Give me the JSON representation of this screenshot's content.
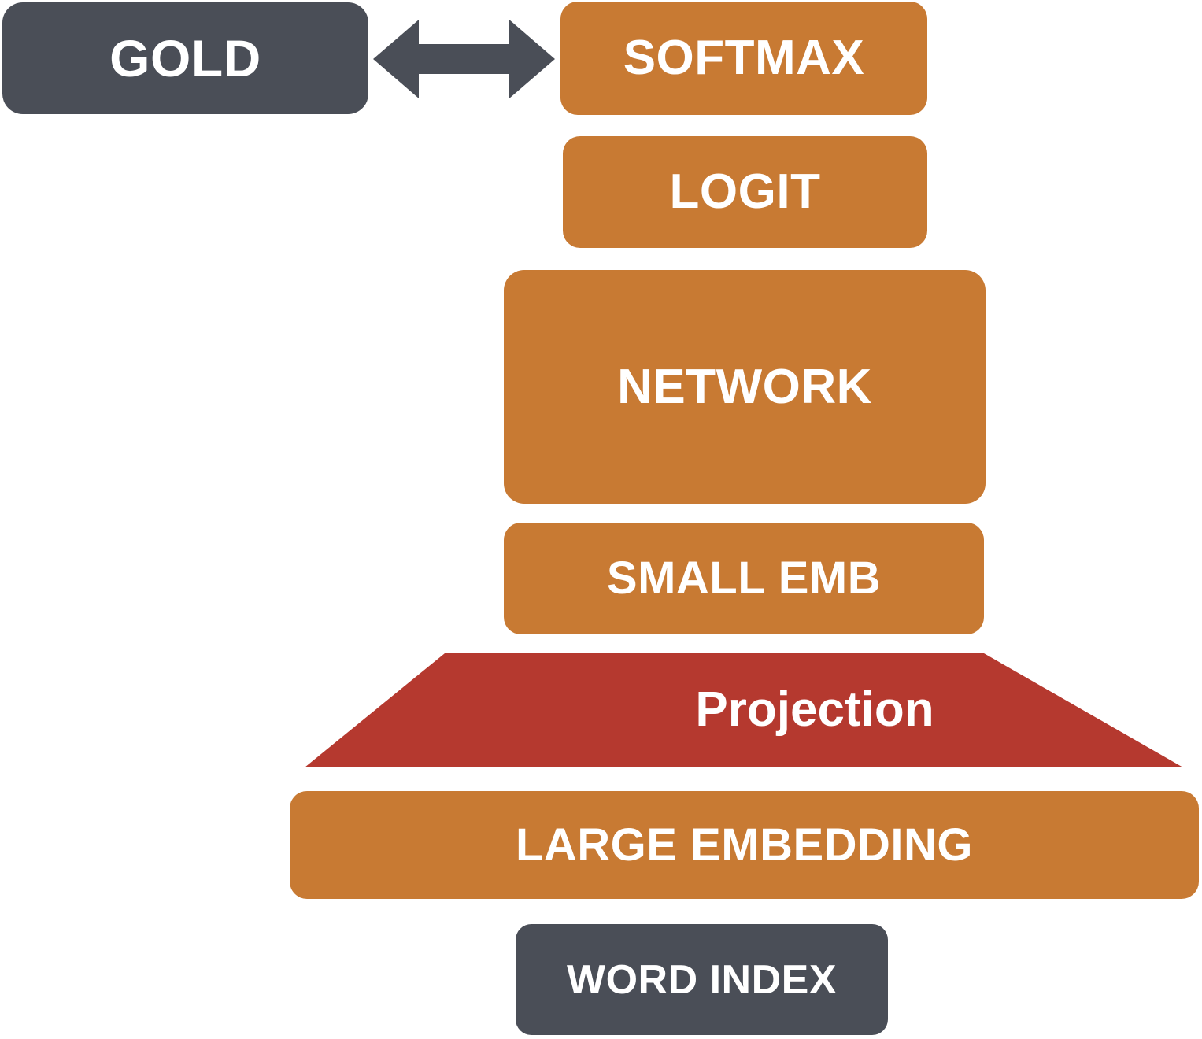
{
  "diagram": {
    "title": "Model architecture stack with projection from large embedding to small embedding",
    "colors": {
      "dark": "#4a4e57",
      "orange": "#c87a33",
      "red": "#b5392f",
      "text": "#ffffff",
      "background": "#ffffff"
    },
    "nodes": {
      "gold": {
        "label": "GOLD",
        "shape": "rounded-rect",
        "color": "#4a4e57"
      },
      "softmax": {
        "label": "SOFTMAX",
        "shape": "rounded-rect",
        "color": "#c87a33"
      },
      "logit": {
        "label": "LOGIT",
        "shape": "rounded-rect",
        "color": "#c87a33"
      },
      "network": {
        "label": "NETWORK",
        "shape": "rounded-rect",
        "color": "#c87a33"
      },
      "small_emb": {
        "label": "SMALL EMB",
        "shape": "rounded-rect",
        "color": "#c87a33"
      },
      "projection": {
        "label": "Projection",
        "shape": "trapezoid",
        "color": "#b5392f"
      },
      "large_embedding": {
        "label": "LARGE EMBEDDING",
        "shape": "rounded-rect",
        "color": "#c87a33"
      },
      "word_index": {
        "label": "WORD INDEX",
        "shape": "rounded-rect",
        "color": "#4a4e57"
      }
    },
    "connectors": [
      {
        "name": "gold-softmax-arrow",
        "icon": "double-arrow-horizontal-icon",
        "from": "gold",
        "to": "softmax",
        "direction": "bidirectional",
        "color": "#4a4e57"
      }
    ],
    "stack_order": [
      "softmax",
      "logit",
      "network",
      "small_emb",
      "projection",
      "large_embedding",
      "word_index"
    ]
  }
}
